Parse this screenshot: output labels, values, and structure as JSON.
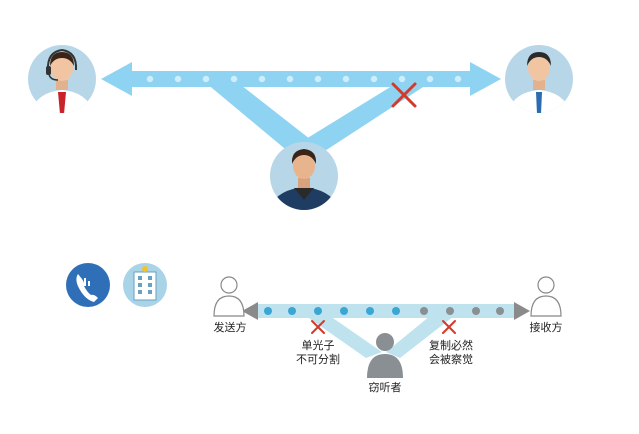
{
  "colors": {
    "beam_top": "#8fd3f2",
    "beam_bottom": "#bfe3ee",
    "photon_top": "#cfeefc",
    "photon_bottom_blue": "#3aa6d4",
    "photon_bottom_gray": "#8a8f94",
    "block_x": "#d43a2a",
    "arrow_gray": "#8a8a8a",
    "avatar_bg": "#b7d7e8"
  },
  "icons": {
    "phone_app": "phone-icon",
    "building_app": "building-icon"
  },
  "labels": {
    "sender": "发送方",
    "receiver": "接收方",
    "eavesdropper": "窃听者",
    "note_left_line1": "单光子",
    "note_left_line2": "不可分割",
    "note_right_line1": "复制必然",
    "note_right_line2": "会被察觉"
  }
}
